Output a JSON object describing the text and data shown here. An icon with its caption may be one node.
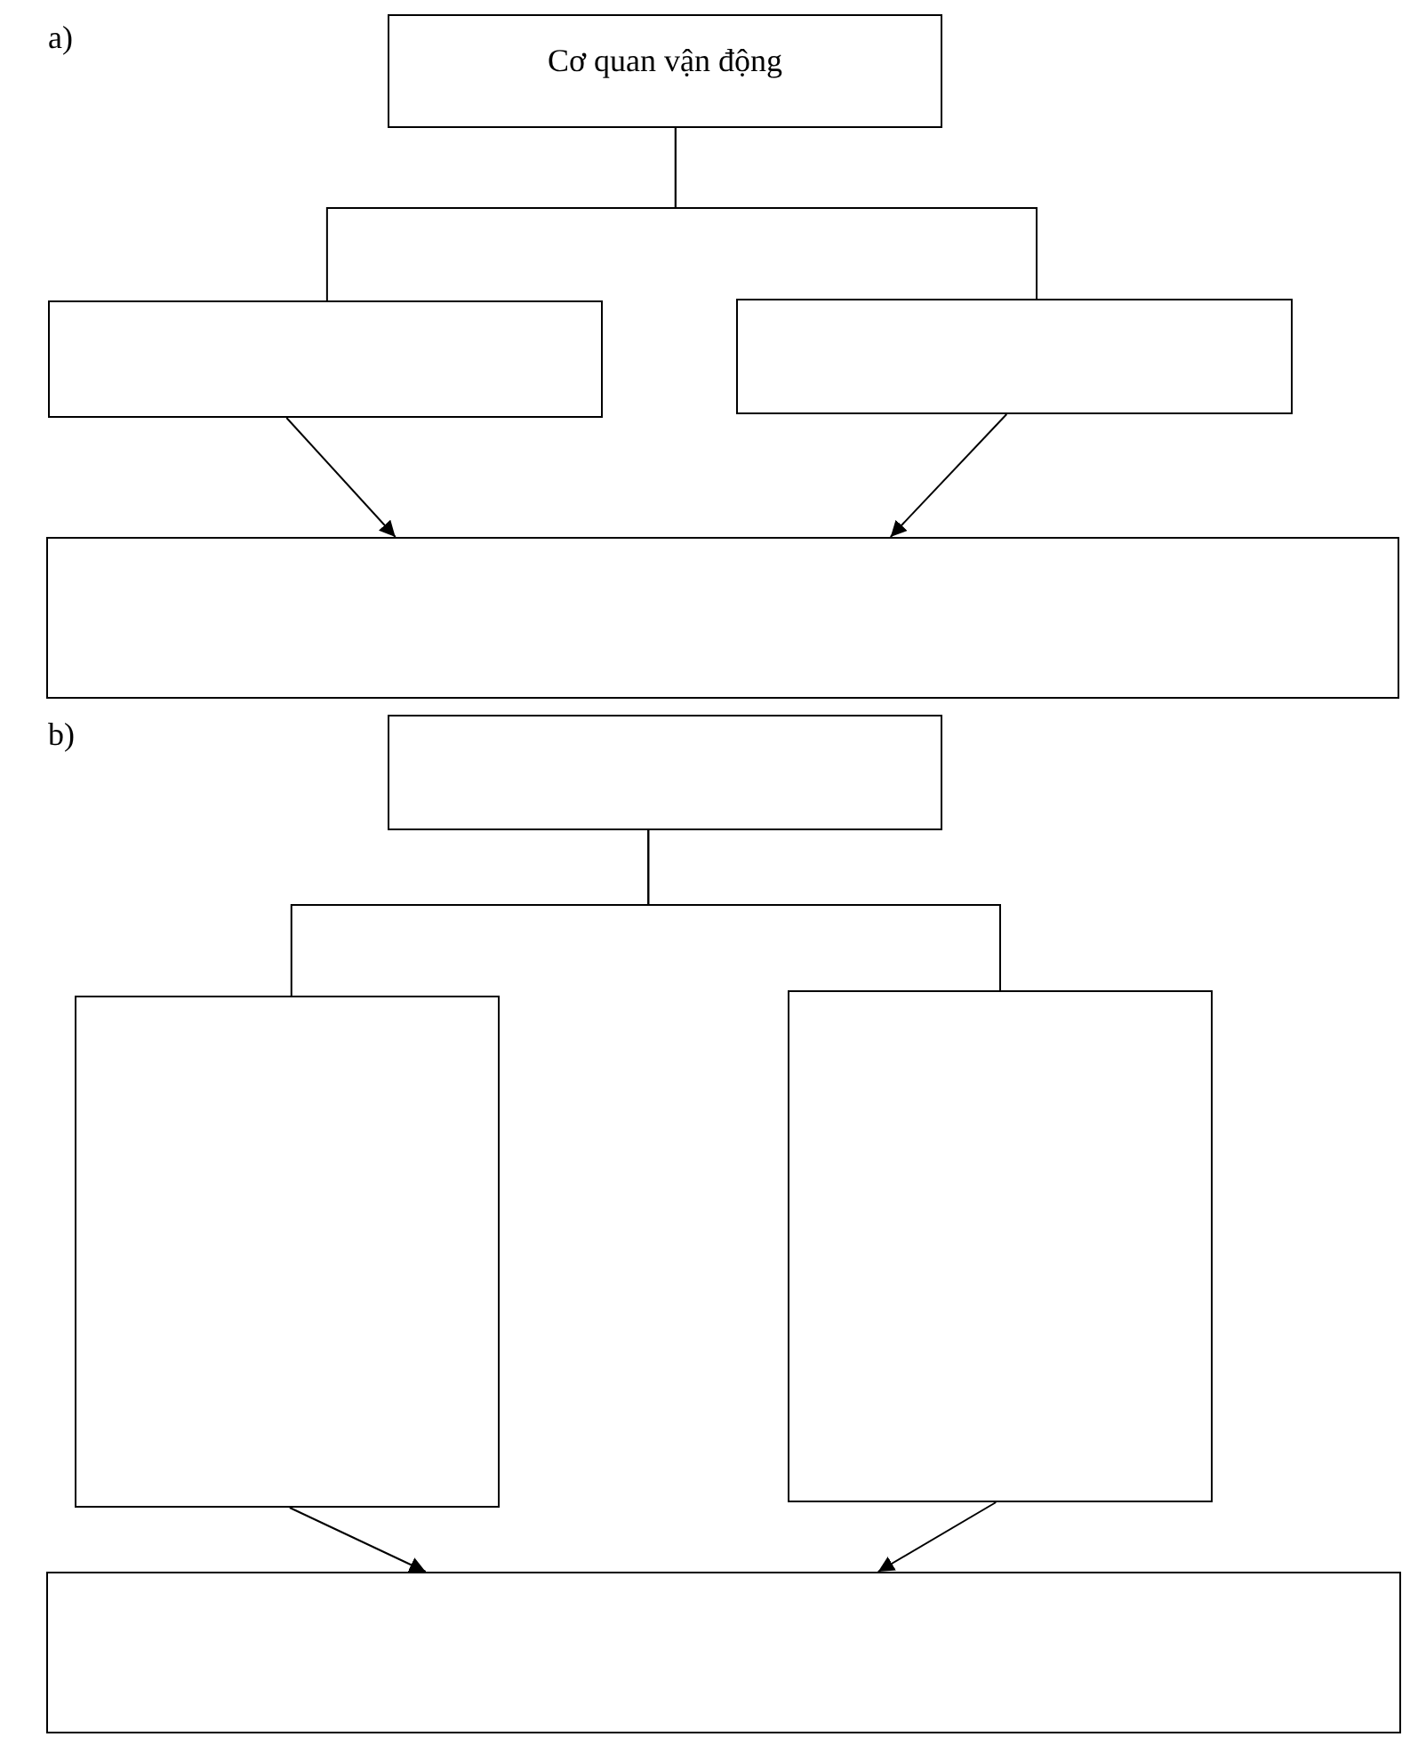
{
  "diagram": {
    "nodes": [
      {
        "text": [
          "Cơ quan vận động"
        ]
      },
      {
        "text": [],
        "shape": "box"
      },
      {
        "text": [],
        "shape": "box"
      },
      {
        "text": [],
        "shape": "box"
      },
      {
        "text": [],
        "shape": "box"
      },
      {
        "text": [],
        "shape": "box"
      },
      {
        "text": [],
        "shape": "box"
      },
      {
        "text": [],
        "shape": "box"
      }
    ],
    "edges": [
      {
        "from": 0,
        "to": 1,
        "arrow": "none"
      },
      {
        "from": 0,
        "to": 2,
        "arrow": "none"
      },
      {
        "from": 1,
        "to": 3,
        "arrow": "to"
      },
      {
        "from": 2,
        "to": 3,
        "arrow": "to"
      },
      {
        "from": 4,
        "to": 5,
        "arrow": "none"
      },
      {
        "from": 4,
        "to": 6,
        "arrow": "none"
      },
      {
        "from": 5,
        "to": 7,
        "arrow": "to"
      },
      {
        "from": 6,
        "to": 7,
        "arrow": "to"
      }
    ],
    "labels": [
      "a)",
      "b)"
    ]
  }
}
